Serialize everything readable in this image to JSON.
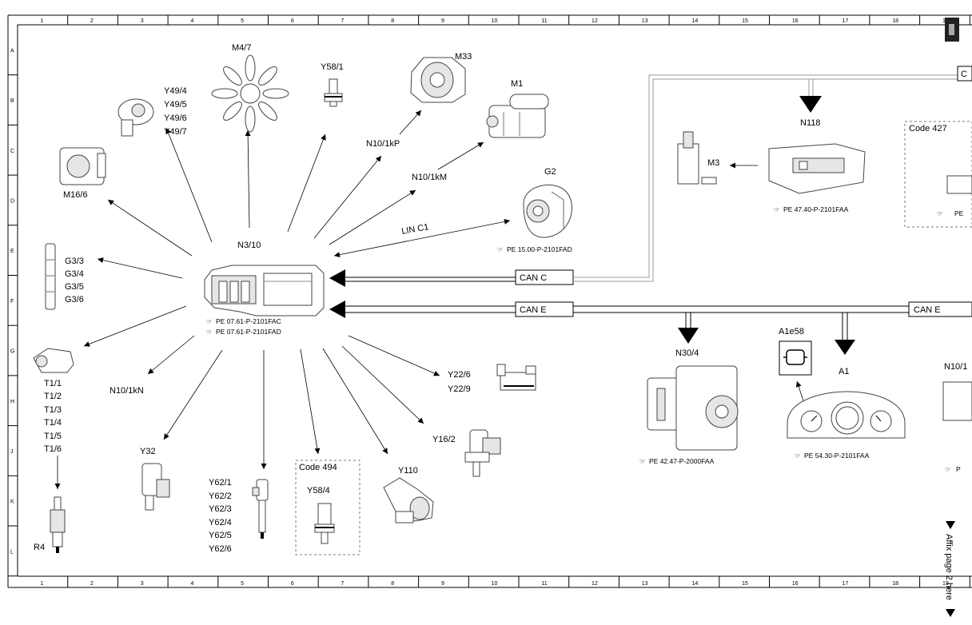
{
  "grid": {
    "columns": [
      "1",
      "2",
      "3",
      "4",
      "5",
      "6",
      "7",
      "8",
      "9",
      "10",
      "11",
      "12",
      "13",
      "14",
      "15",
      "16",
      "17",
      "18",
      "19"
    ],
    "rows": [
      "A",
      "B",
      "C",
      "D",
      "E",
      "F",
      "G",
      "H",
      "J",
      "K",
      "L"
    ]
  },
  "central": {
    "name": "N3/10",
    "refs": [
      "PE 07.61-P-2101FAC",
      "PE 07.61-P-2101FAD"
    ]
  },
  "components": {
    "m47": "M4/7",
    "y581": "Y58/1",
    "m33": "M33",
    "m1": "M1",
    "g2": "G2",
    "g2_ref": "PE 15.00-P-2101FAD",
    "m166": "M16/6",
    "y49": [
      "Y49/4",
      "Y49/5",
      "Y49/6",
      "Y49/7"
    ],
    "g3": [
      "G3/3",
      "G3/4",
      "G3/5",
      "G3/6"
    ],
    "t1": [
      "T1/1",
      "T1/2",
      "T1/3",
      "T1/4",
      "T1/5",
      "T1/6"
    ],
    "r4": "R4",
    "y32": "Y32",
    "y62": [
      "Y62/1",
      "Y62/2",
      "Y62/3",
      "Y62/4",
      "Y62/5",
      "Y62/6"
    ],
    "code494": "Code 494",
    "y584": "Y58/4",
    "y110": "Y110",
    "y162": "Y16/2",
    "y22": [
      "Y22/6",
      "Y22/9"
    ],
    "n118": "N118",
    "n118_ref": "PE 47.40-P-2101FAA",
    "m3": "M3",
    "code427": "Code 427",
    "code427_ref": "PE",
    "n304": "N30/4",
    "n304_ref": "PE 42.47-P-2000FAA",
    "a1e58": "A1e58",
    "a1": "A1",
    "a1_ref": "PE 54.30-P-2101FAA",
    "n10_right": "N10/1",
    "right_ref": "P",
    "top_right_box": "C"
  },
  "links": {
    "n101kp": "N10/1kP",
    "n101km": "N10/1kM",
    "n101kn": "N10/1kN",
    "linc1": "LIN C1"
  },
  "buses": {
    "canc": "CAN C",
    "cane": "CAN E",
    "cane_right": "CAN E"
  },
  "side_note": "Affix page 2 here"
}
